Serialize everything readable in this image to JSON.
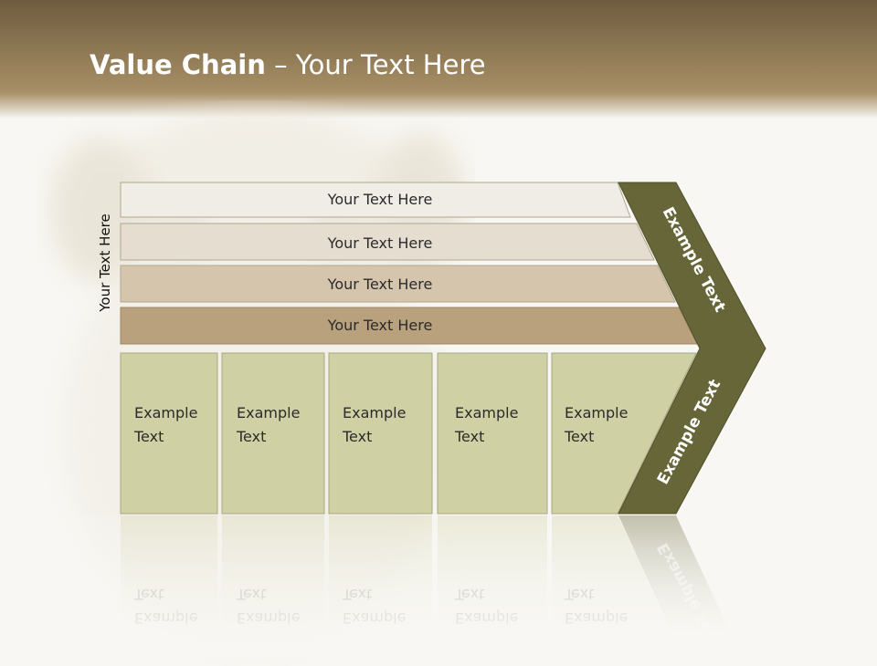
{
  "title": {
    "bold": "Value Chain",
    "rest": " – Your Text Here"
  },
  "side_label": "Your Text Here",
  "rows": [
    {
      "label": "Your Text Here",
      "color": "#f0ede7"
    },
    {
      "label": "Your Text Here",
      "color": "#e5ddd0"
    },
    {
      "label": "Your Text Here",
      "color": "#d5c5ad"
    },
    {
      "label": "Your Text Here",
      "color": "#b8a17c"
    }
  ],
  "activities": [
    {
      "line1": "Example",
      "line2": "Text"
    },
    {
      "line1": "Example",
      "line2": "Text"
    },
    {
      "line1": "Example",
      "line2": "Text"
    },
    {
      "line1": "Example",
      "line2": "Text"
    },
    {
      "line1": "Example",
      "line2": "Text"
    }
  ],
  "chevron_upper": "Example Text",
  "chevron_lower": "Example Text",
  "colors": {
    "activity_fill": "#d0d0a5",
    "chevron": "#666638",
    "header": "#8f7a55"
  }
}
